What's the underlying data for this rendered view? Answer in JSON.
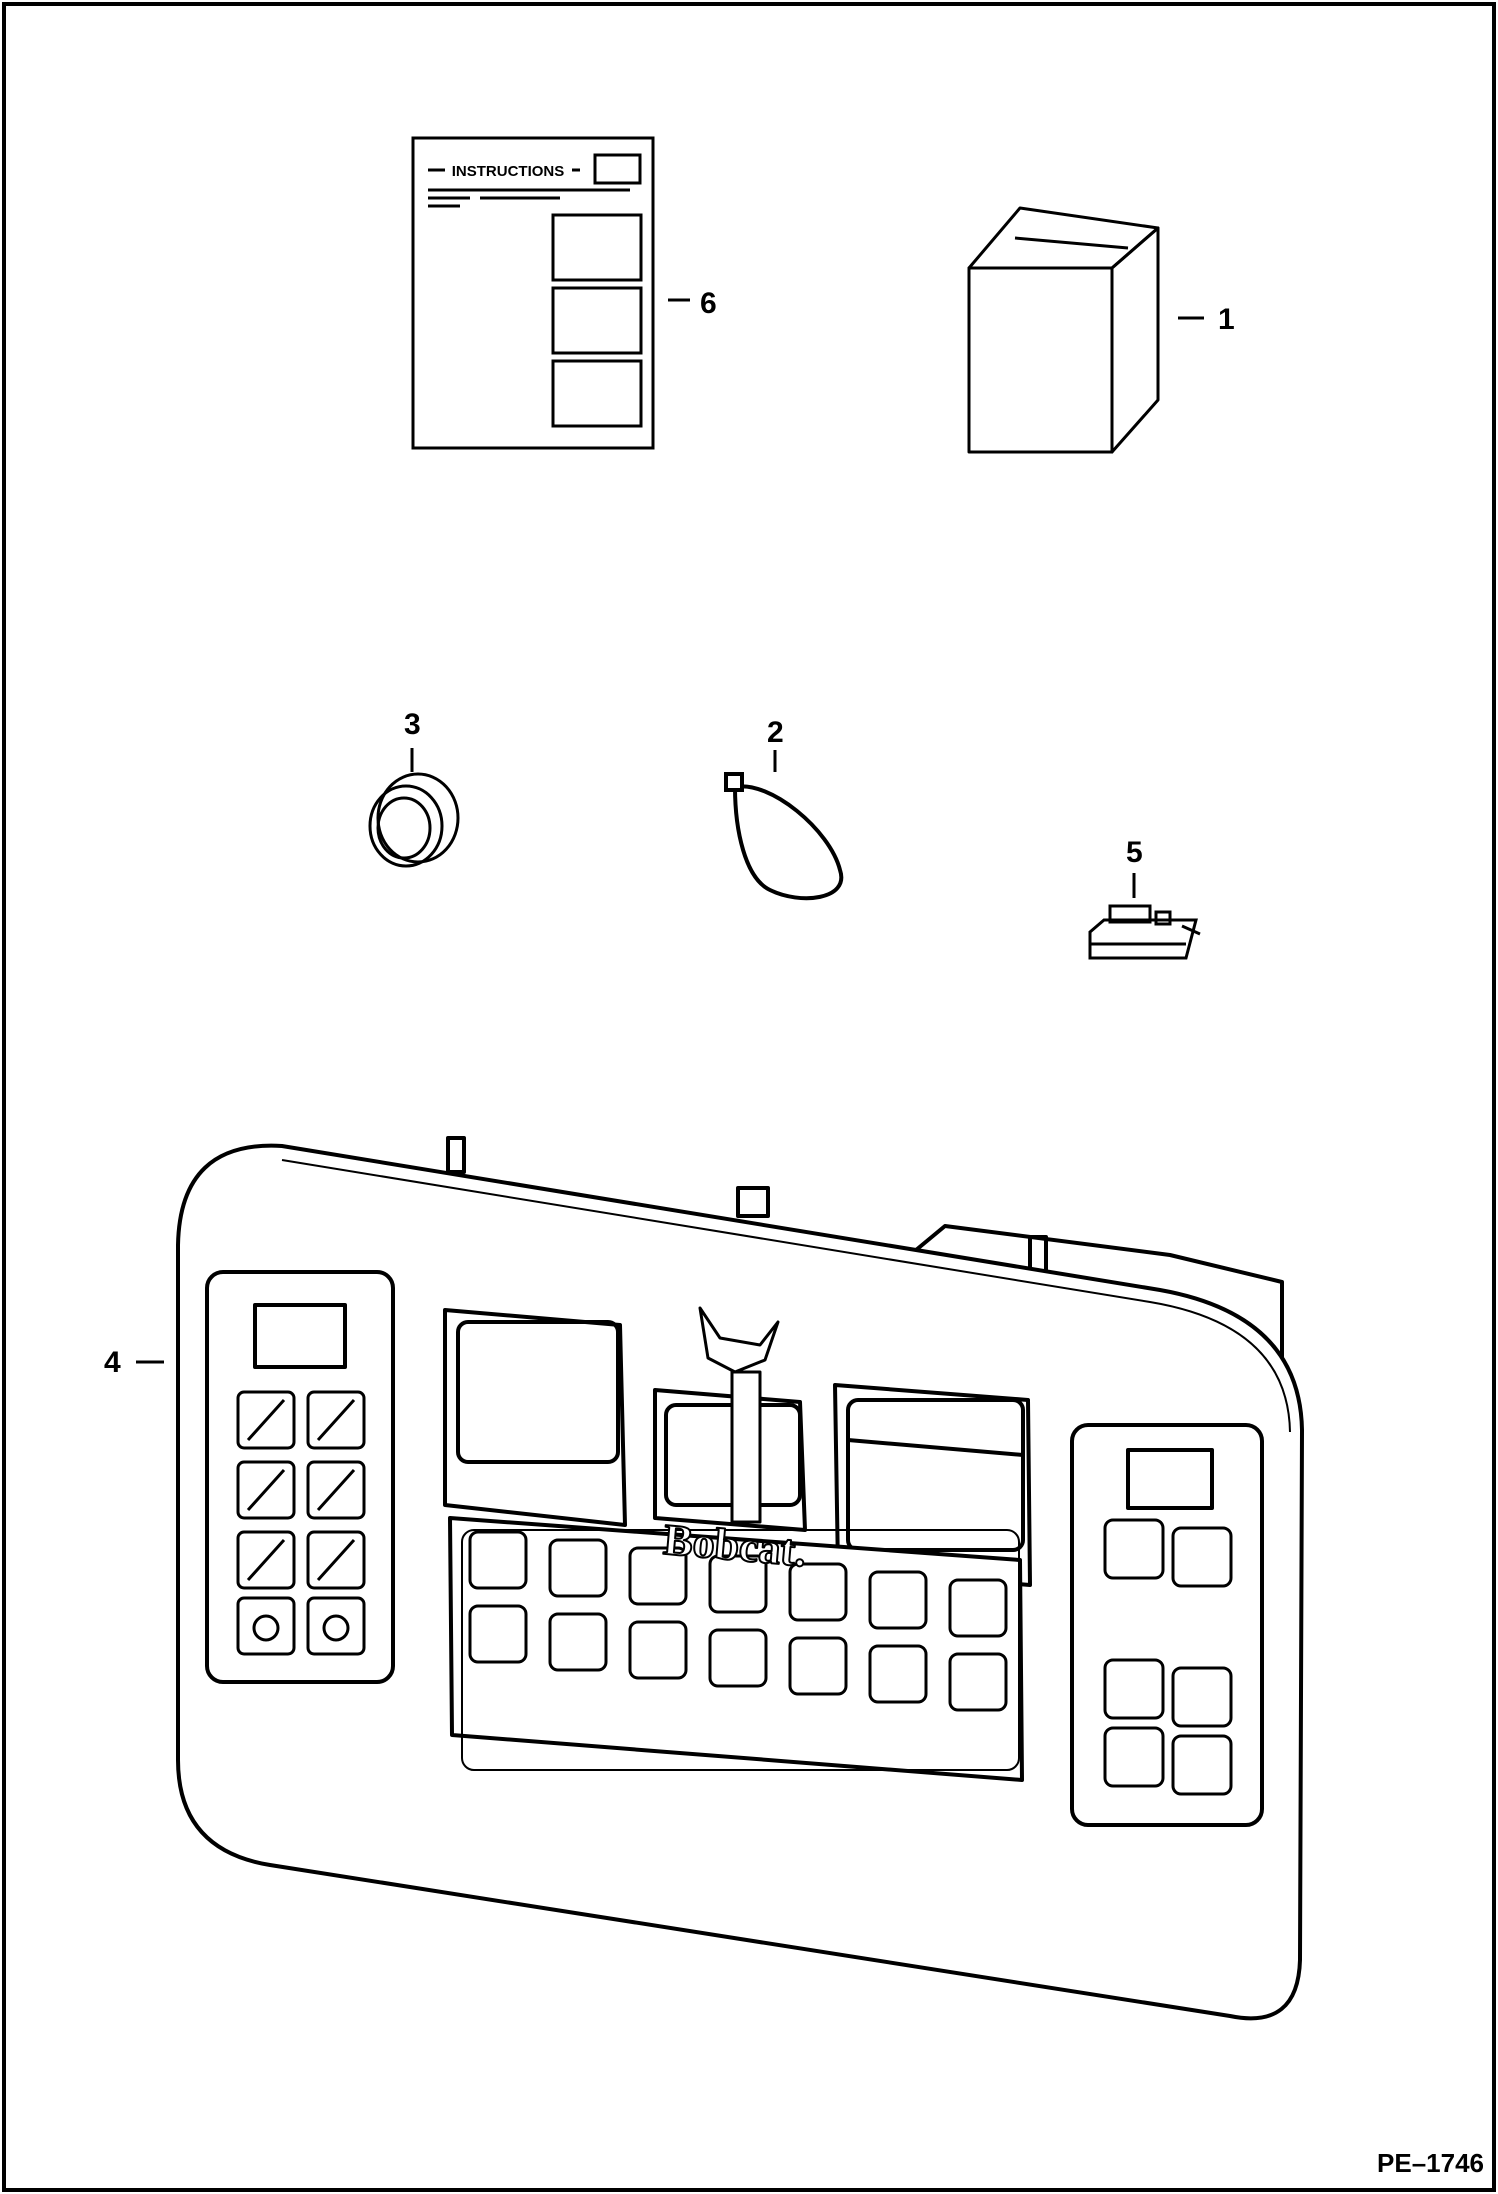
{
  "figure_id": "PE–1746",
  "callouts": {
    "c1": "1",
    "c2": "2",
    "c3": "3",
    "c4": "4",
    "c5": "5",
    "c6": "6"
  },
  "instructions_sheet": {
    "header": "INSTRUCTIONS"
  },
  "panel": {
    "brand": "Bobcat."
  }
}
